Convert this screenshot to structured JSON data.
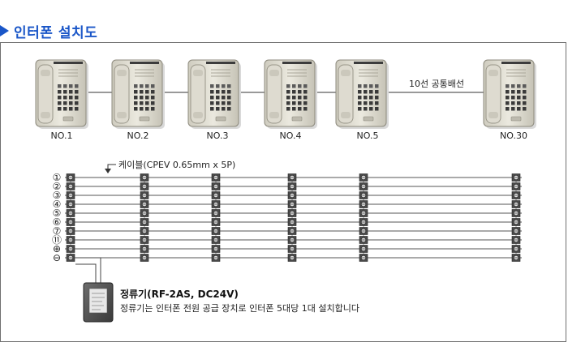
{
  "title": "인터폰 설치도",
  "phones": [
    {
      "label": "NO.1"
    },
    {
      "label": "NO.2"
    },
    {
      "label": "NO.3"
    },
    {
      "label": "NO.4"
    },
    {
      "label": "NO.5"
    },
    {
      "label": "NO.30"
    }
  ],
  "cable_note": "10선 공통배선",
  "cable_label": "케이블(CPEV 0.65mm x 5P)",
  "terminals": [
    "①",
    "②",
    "③",
    "④",
    "⑤",
    "⑥",
    "⑦",
    "⑪",
    "⊕",
    "⊖"
  ],
  "rectifier": {
    "title": "정류기(RF-2AS, DC24V)",
    "desc": "정류기는 인터폰 전원 공급 장치로 인터폰 5대당 1대 설치합니다"
  }
}
